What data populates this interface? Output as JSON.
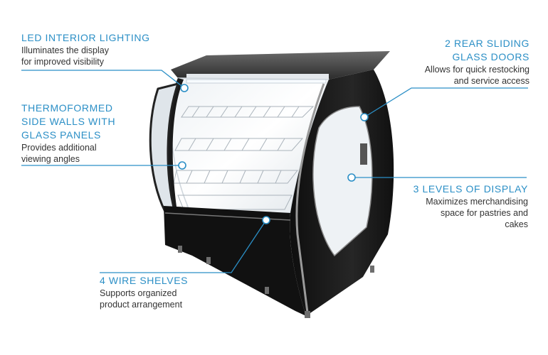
{
  "callouts": {
    "led": {
      "title": "LED INTERIOR LIGHTING",
      "desc": "Illuminates the display\nfor improved visibility"
    },
    "thermo": {
      "title": "THERMOFORMED\nSIDE WALLS WITH\nGLASS PANELS",
      "desc": "Provides additional\nviewing angles"
    },
    "shelves": {
      "title": "4 WIRE SHELVES",
      "desc": "Supports organized\nproduct arrangement"
    },
    "doors": {
      "title": "2 REAR SLIDING\nGLASS DOORS",
      "desc": "Allows for quick restocking\nand service access"
    },
    "levels": {
      "title": "3 LEVELS OF DISPLAY",
      "desc": "Maximizes merchandising\nspace for pastries and\ncakes"
    }
  },
  "colors": {
    "accent": "#2b8fc6",
    "text": "#333333",
    "body": "#141414",
    "trim": "#9a9a9a"
  }
}
